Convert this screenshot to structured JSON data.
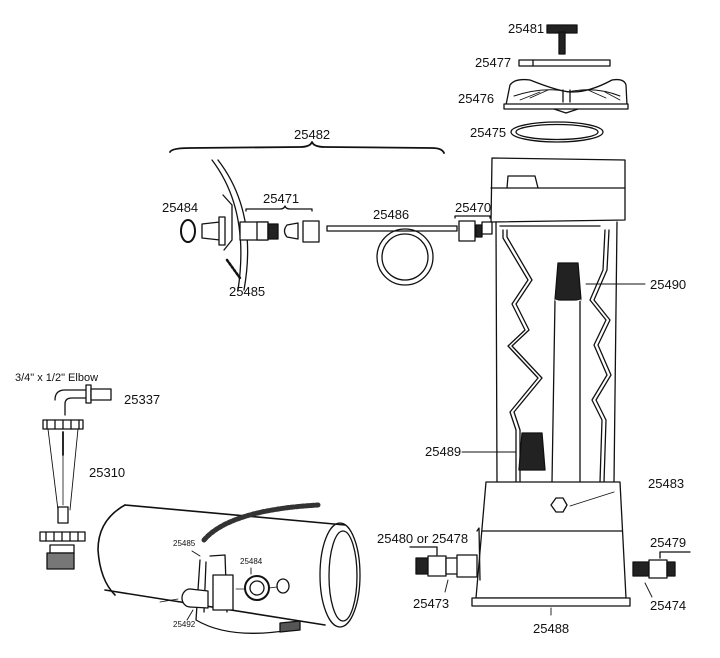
{
  "diagram": {
    "title": "Filter assembly exploded parts diagram",
    "colors": {
      "ink": "#111111",
      "background": "#ffffff",
      "dark_fill": "#222222"
    },
    "labels": {
      "p25481": "25481",
      "p25477": "25477",
      "p25476": "25476",
      "p25475": "25475",
      "p25482": "25482",
      "p25484": "25484",
      "p25471": "25471",
      "p25486": "25486",
      "p25470": "25470",
      "p25485": "25485",
      "p25490": "25490",
      "elbow": "3/4\" x 1/2\" Elbow",
      "p25337": "25337",
      "p25310": "25310",
      "p25489": "25489",
      "p25483": "25483",
      "p25480_or_25478": "25480 or 25478",
      "p25479": "25479",
      "p25473": "25473",
      "p25474": "25474",
      "p25488": "25488",
      "pipe_25485": "25485",
      "pipe_25484": "25484",
      "pipe_25492": "25492"
    }
  }
}
